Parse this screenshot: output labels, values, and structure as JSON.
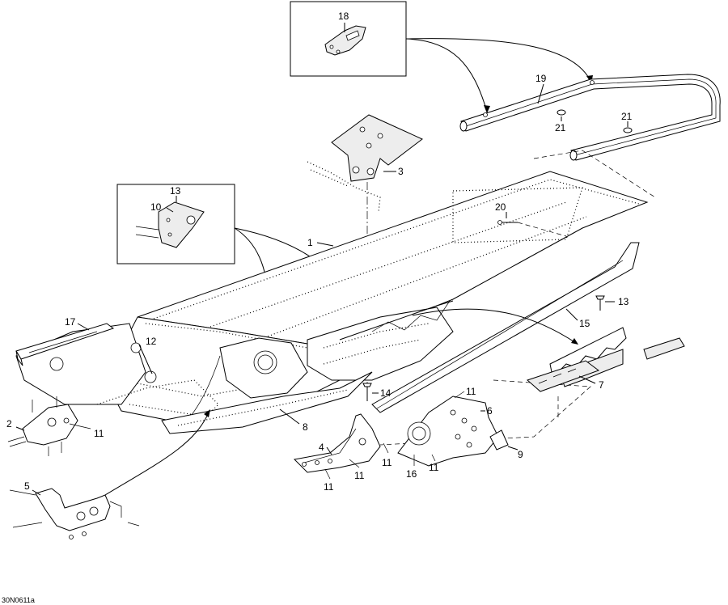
{
  "diagram": {
    "code": "30N0611a",
    "callouts": [
      "1",
      "2",
      "3",
      "4",
      "5",
      "6",
      "7",
      "8",
      "9",
      "10",
      "11",
      "12",
      "13",
      "14",
      "15",
      "16",
      "17",
      "18",
      "19",
      "20",
      "21"
    ],
    "labels": {
      "c1": "1",
      "c2": "2",
      "c3": "3",
      "c4": "4",
      "c5": "5",
      "c6": "6",
      "c7": "7",
      "c8": "8",
      "c9": "9",
      "c10": "10",
      "c11a": "11",
      "c11b": "11",
      "c11c": "11",
      "c11d": "11",
      "c11e": "11",
      "c11f": "11",
      "c12": "12",
      "c13a": "13",
      "c13b": "13",
      "c14": "14",
      "c15": "15",
      "c16": "16",
      "c17": "17",
      "c18": "18",
      "c19": "19",
      "c20": "20",
      "c21a": "21",
      "c21b": "21"
    }
  }
}
